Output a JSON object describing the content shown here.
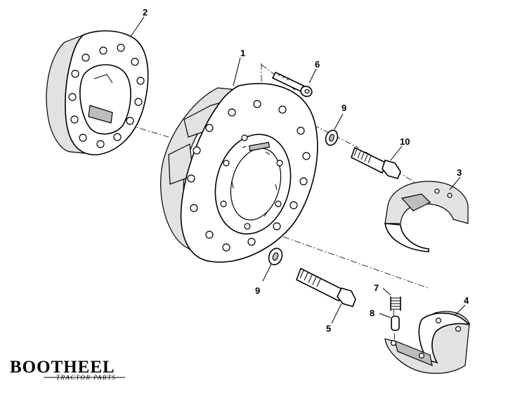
{
  "callouts": [
    {
      "id": "1",
      "label": "1"
    },
    {
      "id": "2",
      "label": "2"
    },
    {
      "id": "3",
      "label": "3"
    },
    {
      "id": "4",
      "label": "4"
    },
    {
      "id": "5",
      "label": "5"
    },
    {
      "id": "6",
      "label": "6"
    },
    {
      "id": "7",
      "label": "7"
    },
    {
      "id": "8",
      "label": "8"
    },
    {
      "id": "9a",
      "label": "9"
    },
    {
      "id": "9b",
      "label": "9"
    },
    {
      "id": "10",
      "label": "10"
    }
  ],
  "logo": {
    "name": "BOOTHEEL",
    "tagline": "TRACTOR PARTS"
  }
}
